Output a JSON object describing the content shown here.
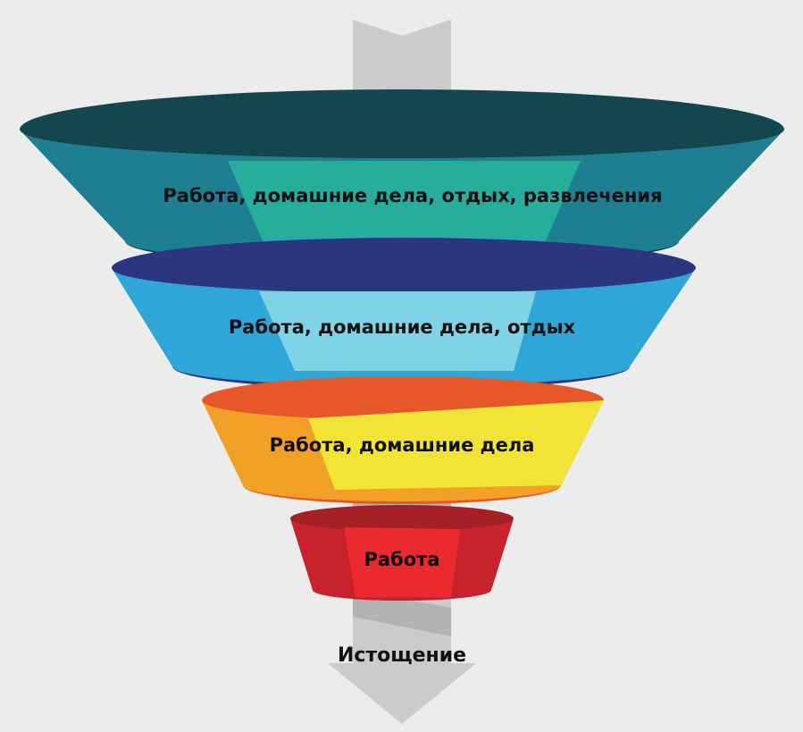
{
  "diagram": {
    "levels": [
      {
        "label": "Работа, домашние дела, отдых, развлечения",
        "rim_color": "#144650",
        "band_color": "#1f7f92",
        "band_highlight": "#27ad9c"
      },
      {
        "label": "Работа, домашние дела, отдых",
        "rim_color": "#2c3580",
        "band_color": "#2ea6d8",
        "band_highlight": "#7fd3e6"
      },
      {
        "label": "Работа, домашние дела",
        "rim_color": "#e6582a",
        "band_color": "#f3a126",
        "band_highlight": "#f2e437"
      },
      {
        "label": "Работа",
        "rim_color": "#a51f27",
        "band_color": "#c8232c",
        "band_highlight": "#ea2a2f"
      }
    ],
    "arrow_label": "Истощение",
    "arrow_color": "#cbcbcb"
  }
}
